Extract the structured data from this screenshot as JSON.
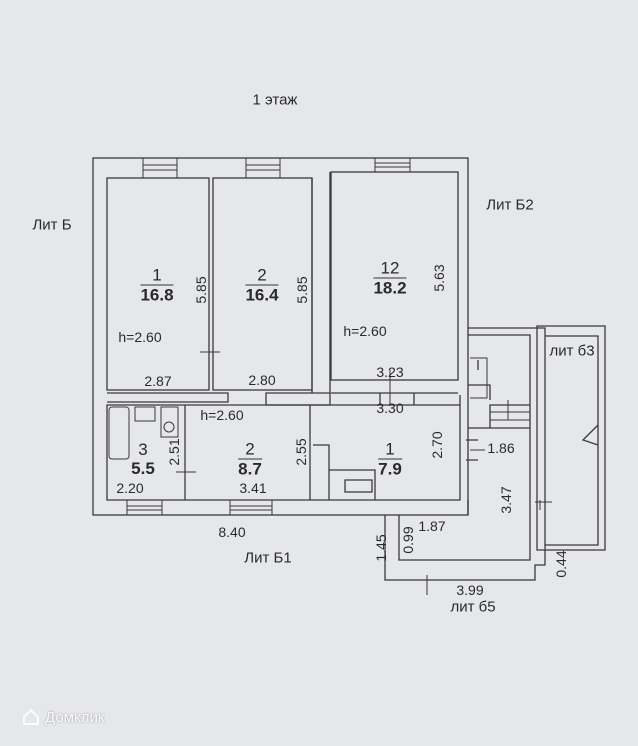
{
  "title": "1 этаж",
  "lit_labels": {
    "b": "Лит Б",
    "b2": "Лит Б2",
    "b1": "Лит Б1",
    "b3": "лит б3",
    "b5": "лит б5"
  },
  "rooms": [
    {
      "number": "1",
      "area": "16.8"
    },
    {
      "number": "2",
      "area": "16.4"
    },
    {
      "number": "12",
      "area": "18.2"
    },
    {
      "number": "3",
      "area": "5.5"
    },
    {
      "number": "2",
      "area": "8.7"
    },
    {
      "number": "1",
      "area": "7.9"
    }
  ],
  "heights": [
    "h=2.60",
    "h=2.60",
    "h=2.60"
  ],
  "dimensions": {
    "r1_len": "5.85",
    "r2_len": "5.85",
    "r12_len": "5.63",
    "r1_w": "2.87",
    "r2_w": "2.80",
    "r12_w": "3.23",
    "k_w": "3.30",
    "bath_h": "2.51",
    "hall_h": "2.55",
    "k_h": "2.70",
    "bath_w": "2.20",
    "hall_w": "3.41",
    "total": "8.40",
    "b5_a": "1.86",
    "b5_b": "3.47",
    "b5_c": "1.87",
    "b5_d": "0.99",
    "b5_e": "1.45",
    "b5_f": "0.44",
    "b5_g": "3.99"
  },
  "watermark": "Домклик"
}
